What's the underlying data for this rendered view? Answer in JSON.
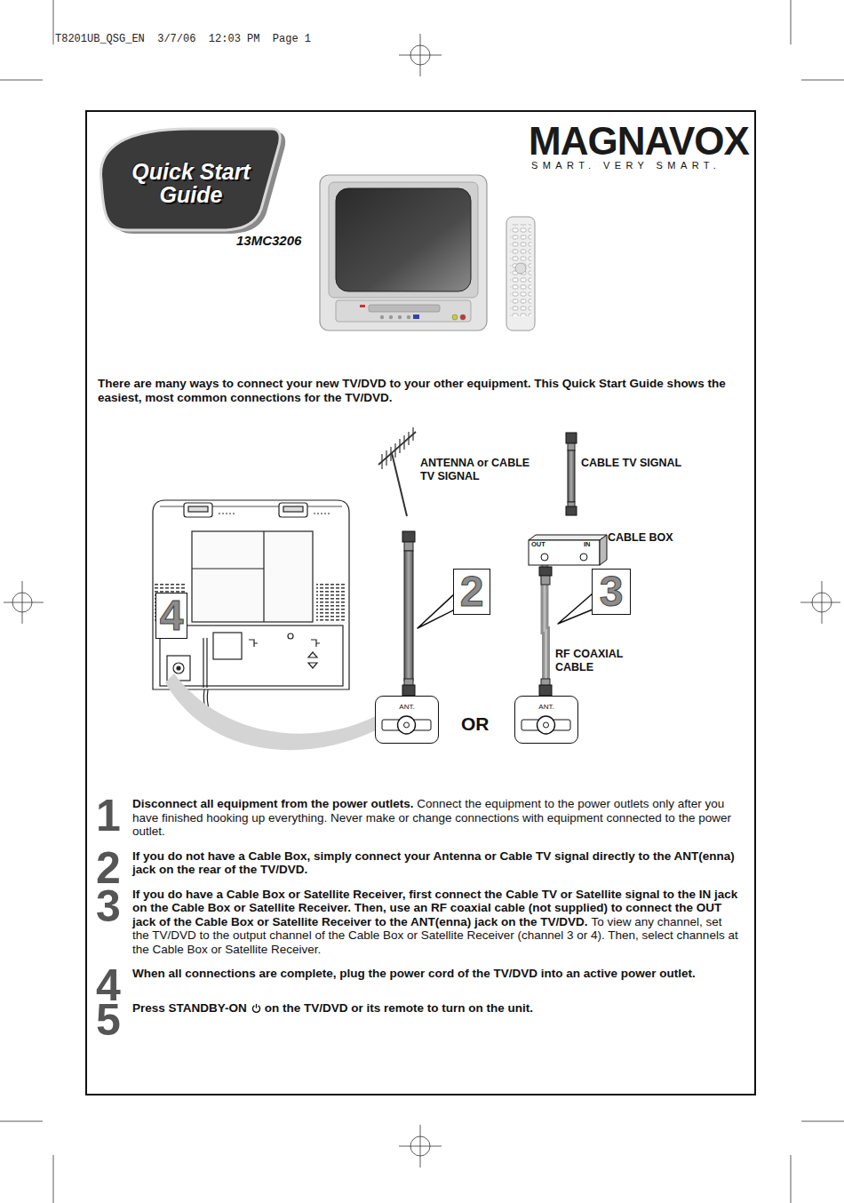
{
  "diagram": {
    "nodes": [
      {
        "text": [
          "Quick Start Guide"
        ]
      },
      {
        "text": [
          "OUT",
          "IN"
        ]
      },
      {
        "text": [
          "ANT."
        ]
      },
      {
        "text": [
          "ANT."
        ]
      },
      {
        "text": [
          "2"
        ]
      },
      {
        "text": [
          "3"
        ]
      },
      {
        "text": [
          "4"
        ]
      }
    ],
    "edges": [
      {
        "from": 1,
        "to": 3,
        "arrow": "none"
      }
    ],
    "labels": [
      "T8201UB_QSG_EN  3/7/06  12:03 PM  Page 1",
      "MAGNAVOX",
      "SMART. VERY SMART.",
      "13MC3206",
      "There are many ways to connect your new TV/DVD to your other equipment. This Quick Start Guide shows the easiest, most common connections for the TV/DVD.",
      "ANTENNA or CABLE TV SIGNAL",
      "CABLE TV SIGNAL",
      "CABLE BOX",
      "RF COAXIAL CABLE",
      "OR",
      "1",
      "Disconnect all equipment from the power outlets.",
      "Connect the equipment to the power outlets only after you have finished hooking up everything. Never make or change connections with equipment connected to the power outlet.",
      "2",
      "If you do not have a Cable Box, simply connect your Antenna or Cable TV signal directly to the ANT(enna) jack on the rear of the TV/DVD.",
      "3",
      "If you do have a Cable Box or Satellite Receiver, first connect the Cable TV or Satellite signal to the IN jack on the Cable Box or Satellite Receiver. Then, use an RF coaxial cable (not supplied) to connect the OUT jack of the Cable Box or Satellite Receiver to the ANT(enna) jack on the TV/DVD.",
      "To view any channel, set the TV/DVD to the output channel of the Cable Box or Satellite Receiver (channel 3 or 4). Then, select channels at the Cable Box or Satellite Receiver.",
      "4",
      "When all connections are complete, plug the power cord of the TV/DVD into an active power outlet.",
      "5",
      "Press STANDBY-ON",
      "on the TV/DVD or its remote to turn on the unit."
    ]
  }
}
